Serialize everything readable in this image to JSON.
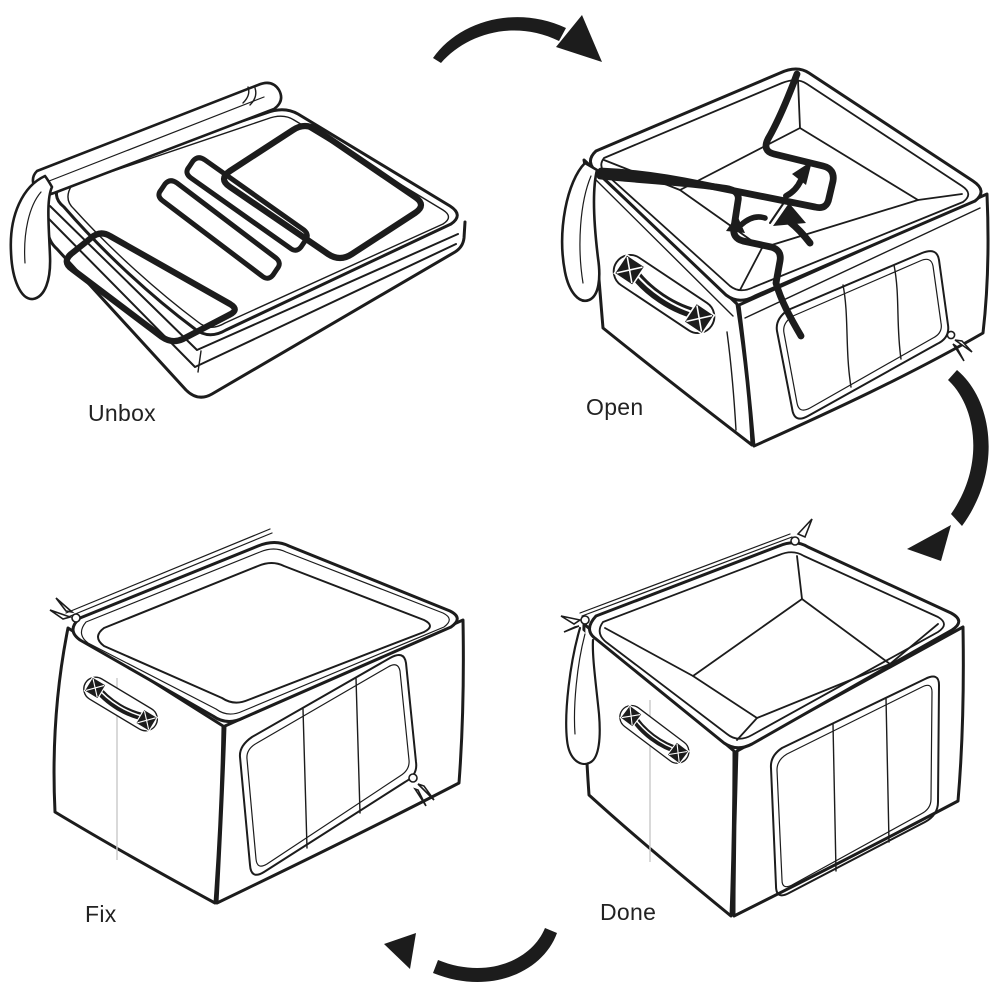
{
  "diagram": {
    "title_visible": false,
    "background_color": "#ffffff",
    "ink_color": "#1c1c1c",
    "crease_color": "#c9c9c9",
    "steps": [
      {
        "id": "unbox",
        "label": "Unbox",
        "depicts": "flat folded storage box"
      },
      {
        "id": "open",
        "label": "Open",
        "depicts": "box opened, frame unfolding with direction arrows"
      },
      {
        "id": "fix",
        "label": "Fix",
        "depicts": "closed box with zipped lid"
      },
      {
        "id": "done",
        "label": "Done",
        "depicts": "finished open-top box"
      }
    ],
    "arrows": [
      {
        "id": "arrow-unbox-to-open",
        "from": "unbox",
        "to": "open",
        "position": "top-center"
      },
      {
        "id": "arrow-open-to-done",
        "from": "open",
        "to": "done",
        "position": "right-middle"
      },
      {
        "id": "arrow-done-to-fix",
        "from": "done",
        "to": "fix",
        "position": "bottom-center"
      }
    ]
  }
}
